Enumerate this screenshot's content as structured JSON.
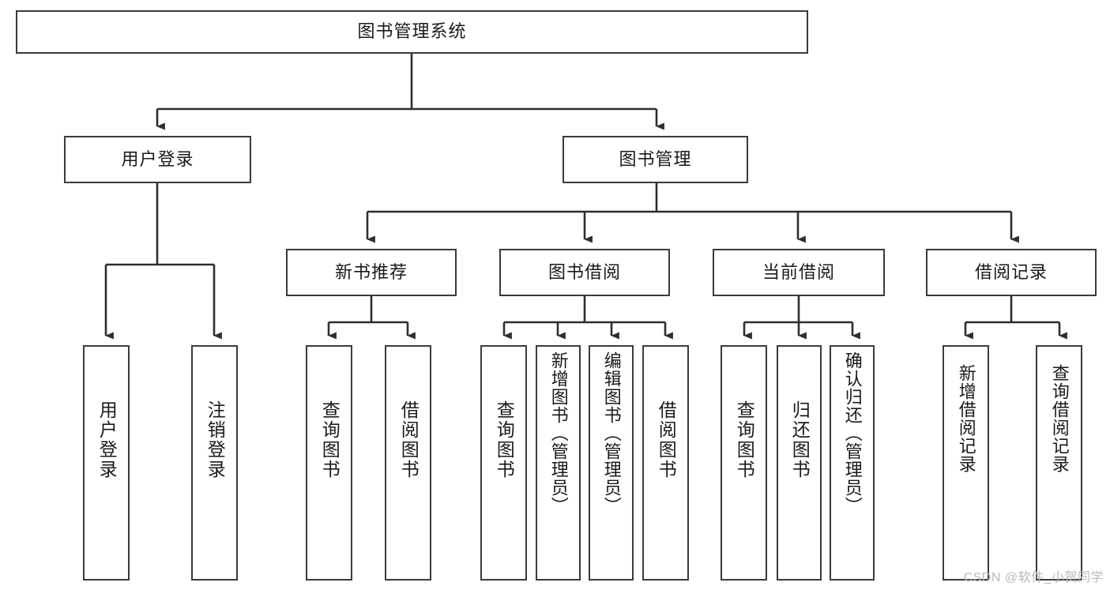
{
  "diagram": {
    "type": "tree-hierarchy",
    "title": "图书管理系统",
    "root": {
      "id": "root",
      "label": "图书管理系统"
    },
    "level2": [
      {
        "id": "user-login",
        "label": "用户登录"
      },
      {
        "id": "book-manage",
        "label": "图书管理"
      }
    ],
    "level3": [
      {
        "id": "new-book-rec",
        "label": "新书推荐",
        "parent": "book-manage"
      },
      {
        "id": "book-borrow",
        "label": "图书借阅",
        "parent": "book-manage"
      },
      {
        "id": "current-borrow",
        "label": "当前借阅",
        "parent": "book-manage"
      },
      {
        "id": "borrow-record",
        "label": "借阅记录",
        "parent": "book-manage"
      }
    ],
    "leaves": [
      {
        "id": "leaf-user-login",
        "label": "用户登录",
        "parent": "user-login"
      },
      {
        "id": "leaf-user-logout",
        "label": "注销登录",
        "parent": "user-login"
      },
      {
        "id": "leaf-rec-query",
        "label": "查询图书",
        "parent": "new-book-rec"
      },
      {
        "id": "leaf-rec-borrow",
        "label": "借阅图书",
        "parent": "new-book-rec"
      },
      {
        "id": "leaf-borrow-query",
        "label": "查询图书",
        "parent": "book-borrow"
      },
      {
        "id": "leaf-borrow-add",
        "label": "新增图书（管理员）",
        "parent": "book-borrow"
      },
      {
        "id": "leaf-borrow-edit",
        "label": "编辑图书（管理员）",
        "parent": "book-borrow"
      },
      {
        "id": "leaf-borrow-do",
        "label": "借阅图书",
        "parent": "book-borrow"
      },
      {
        "id": "leaf-cur-query",
        "label": "查询图书",
        "parent": "current-borrow"
      },
      {
        "id": "leaf-cur-return",
        "label": "归还图书",
        "parent": "current-borrow"
      },
      {
        "id": "leaf-cur-confirm",
        "label": "确认归还（管理员）",
        "parent": "current-borrow"
      },
      {
        "id": "leaf-rec-add",
        "label": "新增借阅记录",
        "parent": "borrow-record"
      },
      {
        "id": "leaf-rec-search",
        "label": "查询借阅记录",
        "parent": "borrow-record"
      }
    ],
    "colors": {
      "stroke": "#3b3b3b",
      "fill": "#ffffff",
      "text": "#1a1a1a",
      "watermark": "#b9b9b9"
    }
  },
  "watermark": {
    "text": "CSDN @软件_小贺同学"
  }
}
